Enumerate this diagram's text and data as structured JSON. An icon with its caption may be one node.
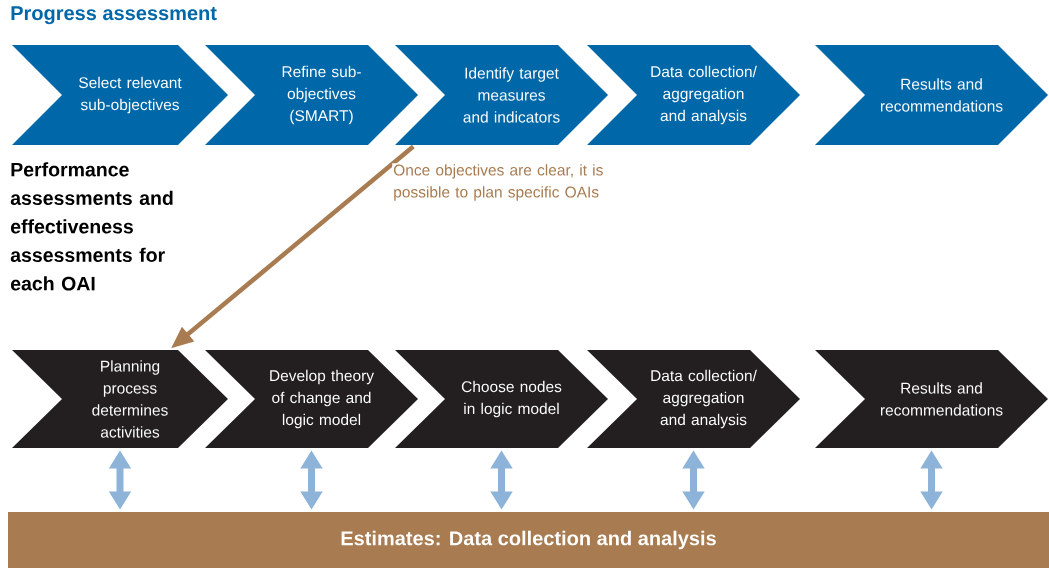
{
  "diagram": {
    "title": "Progress assessment",
    "nodes": [
      {
        "text": [
          "Select relevant sub-objectives"
        ]
      },
      {
        "text": [
          "Refine sub-objectives (SMART)"
        ]
      },
      {
        "text": [
          "Identify target measures and indicators"
        ]
      },
      {
        "text": [
          "Data collection/ aggregation and analysis"
        ]
      },
      {
        "text": [
          "Results and recommendations"
        ]
      },
      {
        "text": [
          "Planning process determines activities"
        ]
      },
      {
        "text": [
          "Develop theory of change and logic model"
        ]
      },
      {
        "text": [
          "Choose nodes in logic model"
        ]
      },
      {
        "text": [
          "Data collection/ aggregation and analysis"
        ]
      },
      {
        "text": [
          "Results and recommendations"
        ]
      },
      {
        "text": [
          "Estimates: Data collection and analysis"
        ]
      }
    ],
    "edges": [
      {
        "from": 2,
        "to": 5,
        "arrow": "to",
        "label": "Once objectives are clear, it is possible to plan specific OAIs",
        "color": "#a87b50"
      },
      {
        "from": 5,
        "to": 10,
        "arrow": "both"
      },
      {
        "from": 6,
        "to": 10,
        "arrow": "both"
      },
      {
        "from": 7,
        "to": 10,
        "arrow": "both"
      },
      {
        "from": 8,
        "to": 10,
        "arrow": "both"
      },
      {
        "from": 9,
        "to": 10,
        "arrow": "both"
      }
    ],
    "labels": [
      "Performance assessments and effectiveness assessments for each OAI"
    ]
  }
}
